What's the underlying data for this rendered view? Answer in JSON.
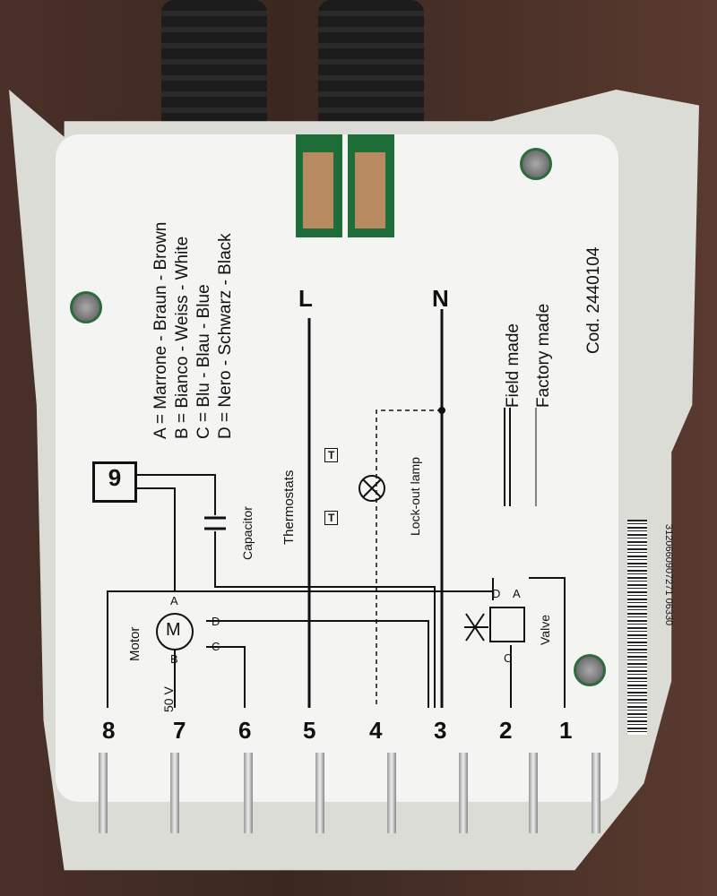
{
  "legend": [
    "A = Marrone - Braun - Brown",
    "B = Bianco - Weiss - White",
    "C = Blu - Blau - Blue",
    "D = Nero - Schwarz - Black"
  ],
  "lines": {
    "live": "L",
    "neutral": "N"
  },
  "key": {
    "field": "Field made",
    "factory": "Factory made"
  },
  "code": "Cod. 2440104",
  "components": {
    "thermostats": "Thermostats",
    "thermo_t1": "T",
    "thermo_t2": "T",
    "lamp": "Lock-out lamp",
    "capacitor": "Capacitor",
    "box9": "9",
    "motor": "Motor",
    "motor_symbol": "M",
    "motor_a": "A",
    "motor_b": "B",
    "motor_c": "C",
    "motor_d": "D",
    "voltage": "50 V",
    "valve": "Valve",
    "valve_d": "D",
    "valve_a": "A",
    "valve_c": "C"
  },
  "terminals": [
    "8",
    "7",
    "6",
    "5",
    "4",
    "3",
    "2",
    "1"
  ],
  "barcode_text": "3120660907271 06330"
}
